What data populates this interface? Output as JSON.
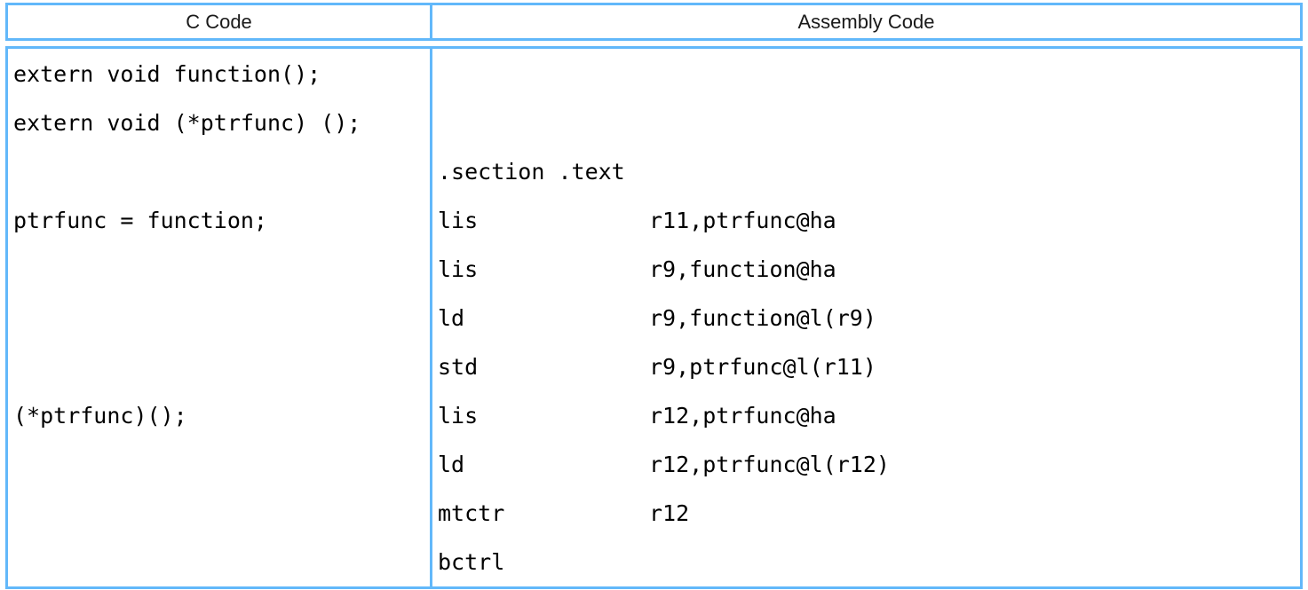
{
  "table": {
    "headers": [
      {
        "label": "C Code"
      },
      {
        "label": "Assembly Code"
      }
    ],
    "colors": {
      "border": "#62b8fa",
      "text": "#000000",
      "header_text": "#1a1a1a",
      "background": "#ffffff"
    },
    "c_code": {
      "lines": [
        "extern void function();",
        "extern void (*ptrfunc) ();",
        "",
        "ptrfunc = function;",
        "",
        "",
        "",
        "(*ptrfunc)();",
        ""
      ]
    },
    "assembly_code": {
      "lines": [
        {
          "mnemonic": "",
          "operand": ""
        },
        {
          "mnemonic": "",
          "operand": ""
        },
        {
          "mnemonic": ".section .text",
          "operand": ""
        },
        {
          "mnemonic": "lis",
          "operand": "r11,ptrfunc@ha"
        },
        {
          "mnemonic": "lis",
          "operand": "r9,function@ha"
        },
        {
          "mnemonic": "ld",
          "operand": "r9,function@l(r9)"
        },
        {
          "mnemonic": "std",
          "operand": "r9,ptrfunc@l(r11)"
        },
        {
          "mnemonic": "lis",
          "operand": "r12,ptrfunc@ha"
        },
        {
          "mnemonic": "ld",
          "operand": "r12,ptrfunc@l(r12)"
        },
        {
          "mnemonic": "mtctr",
          "operand": "r12"
        },
        {
          "mnemonic": "bctrl",
          "operand": ""
        }
      ]
    }
  }
}
